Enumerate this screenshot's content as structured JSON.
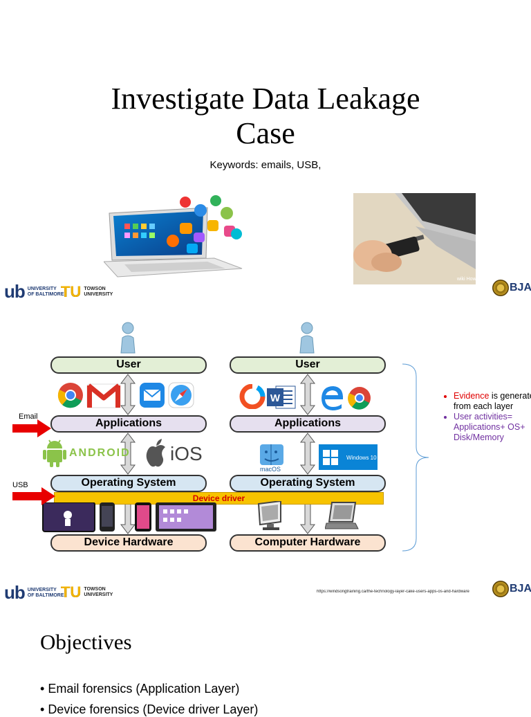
{
  "slide1": {
    "title_line1": "Investigate Data Leakage",
    "title_line2": "Case",
    "keywords": "Keywords: emails, USB,"
  },
  "logos": {
    "ub_mark": "ub",
    "ub_text_line1": "UNIVERSITY",
    "ub_text_line2": "OF BALTIMORE",
    "tu_mark": "TU",
    "tu_text_line1": "TOWSON",
    "tu_text_line2": "UNIVERSITY",
    "bja": "BJA"
  },
  "slide2": {
    "left_stack": {
      "user": "User",
      "applications": "Applications",
      "os": "Operating System",
      "hardware": "Device Hardware",
      "device_driver": "Device driver",
      "android_label": "ANDROID",
      "ios_label": "iOS"
    },
    "right_stack": {
      "user": "User",
      "applications": "Applications",
      "os": "Operating System",
      "hardware": "Computer Hardware",
      "macos_label": "macOS",
      "windows_label": "Windows 10"
    },
    "arrow_labels": {
      "email": "Email",
      "usb": "USB"
    },
    "bullets": [
      {
        "highlight": "Evidence",
        "rest": " is generated from each layer"
      },
      {
        "text": "User activities= Applications+ OS+ Disk/Memory"
      }
    ],
    "source_url": "https://windsongtraining.ca/the-technology-layer-cake-users-apps-os-and-hardware"
  },
  "slide3": {
    "title": "Objectives",
    "items": [
      "Email forensics (Application Layer)",
      "Device forensics (Device driver Layer)"
    ]
  },
  "colors": {
    "red_arrow": "#e80000",
    "device_driver_bg": "#f7c300",
    "evidence_red": "#e00000",
    "activities_purple": "#7030a0"
  }
}
